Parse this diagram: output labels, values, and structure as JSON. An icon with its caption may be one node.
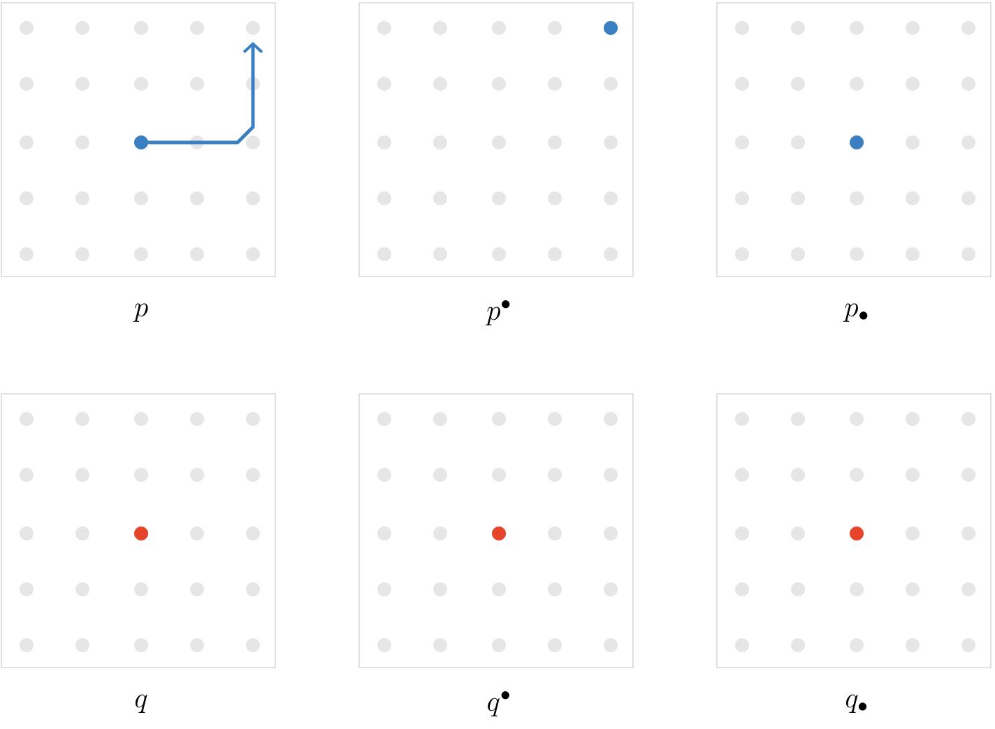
{
  "diagram": {
    "labels": [
      "p",
      "p^\\bullet",
      "p_\\bullet",
      "q",
      "q^\\bullet",
      "q_\\bullet"
    ]
  }
}
